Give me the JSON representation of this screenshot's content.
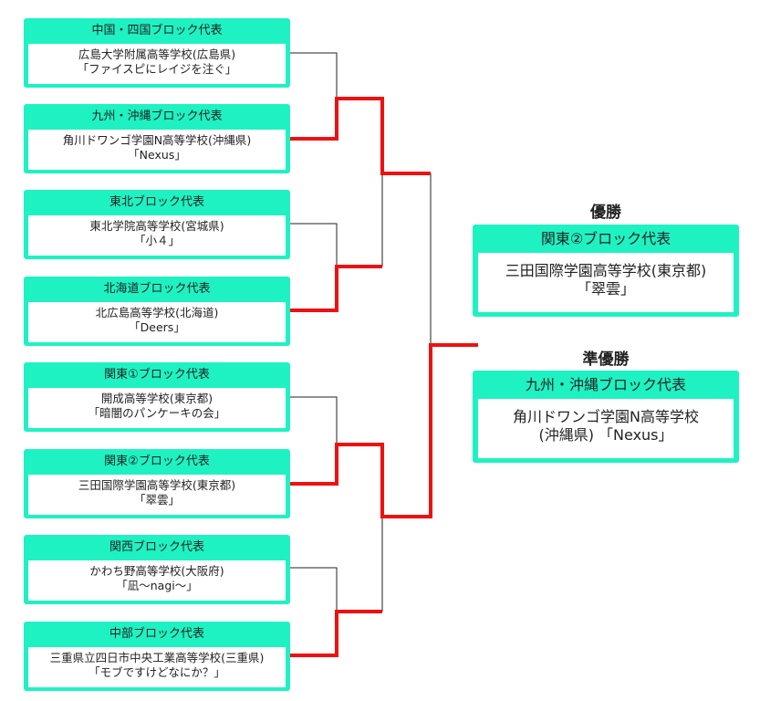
{
  "teams": [
    {
      "block": "中国・四国ブロック代表",
      "school": "広島大学附属高等学校(広島県)",
      "team": "「ファイスピにレイジを注ぐ」"
    },
    {
      "block": "九州・沖縄ブロック代表",
      "school": "角川ドワンゴ学園N高等学校(沖縄県)",
      "team": "「Nexus」"
    },
    {
      "block": "東北ブロック代表",
      "school": "東北学院高等学校(宮城県)",
      "team": "「小４」"
    },
    {
      "block": "北海道ブロック代表",
      "school": "北広島高等学校(北海道)",
      "team": "「Deers」"
    },
    {
      "block": "関東①ブロック代表",
      "school": "開成高等学校(東京都)",
      "team": "「暗闇のパンケーキの会」"
    },
    {
      "block": "関東②ブロック代表",
      "school": "三田国際学園高等学校(東京都)",
      "team": "「翠雲」"
    },
    {
      "block": "関西ブロック代表",
      "school": "かわち野高等学校(大阪府)",
      "team": "「凪〜nagi〜」"
    },
    {
      "block": "中部ブロック代表",
      "school": "三重県立四日市中央工業高等学校(三重県)",
      "team": "「モブですけどなにか？」"
    }
  ],
  "winner": {
    "title": "優勝",
    "block": "関東②ブロック代表",
    "line1": "三田国際学園高等学校(東京都)",
    "line2": "「翠雲」"
  },
  "runner_up": {
    "title": "準優勝",
    "block": "九州・沖縄ブロック代表",
    "line1": "角川ドワンゴ学園N高等学校",
    "line2": "(沖縄県) 「Nexus」"
  },
  "colors": {
    "box": "#1ef2c2",
    "win_line": "#ee1111",
    "line": "#222222"
  }
}
